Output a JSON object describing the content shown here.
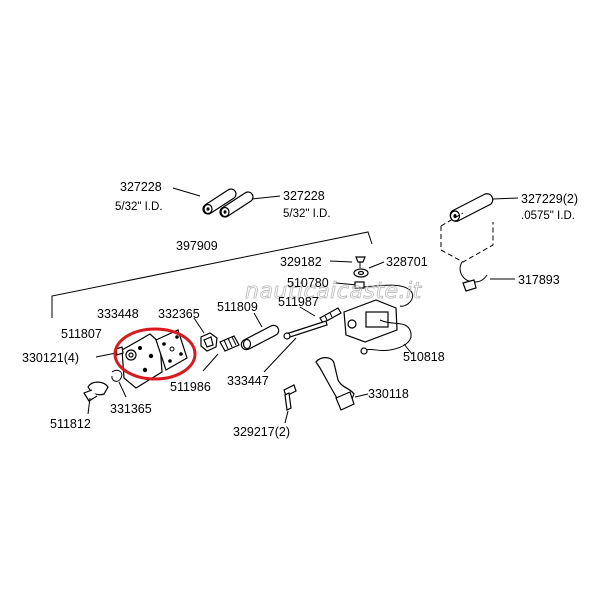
{
  "diagram": {
    "watermark": "nauticaicaste.it",
    "highlight_color": "#d71920",
    "labels": {
      "p327228_a": "327228",
      "p327228_a_note": "5/32\" I.D.",
      "p327228_b": "327228",
      "p327228_b_note": "5/32\" I.D.",
      "p327229": "327229(2)",
      "p327229_note": ".0575\" I.D.",
      "p397909": "397909",
      "p329182": "329182",
      "p328701": "328701",
      "p510780": "510780",
      "p317893": "317893",
      "p511987": "511987",
      "p333448": "333448",
      "p332365": "332365",
      "p511809": "511809",
      "p511807": "511807",
      "p330121": "330121(4)",
      "p510818": "510818",
      "p511986": "511986",
      "p333447": "333447",
      "p331365": "331365",
      "p330118": "330118",
      "p511812": "511812",
      "p329217": "329217(2)"
    }
  }
}
